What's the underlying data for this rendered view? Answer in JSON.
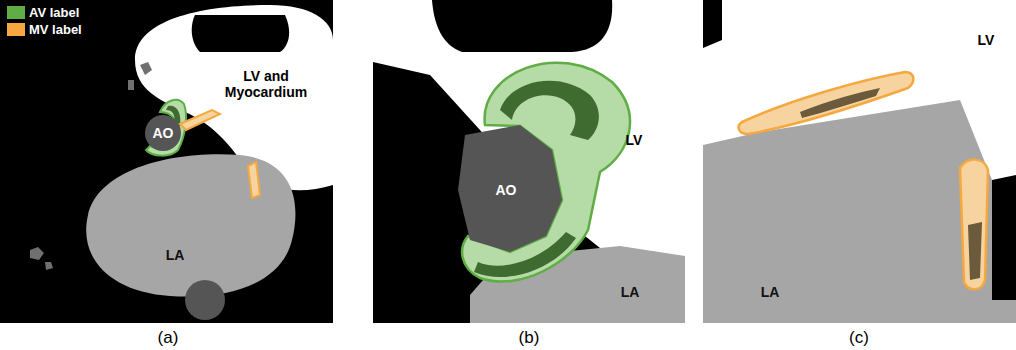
{
  "diagram": {
    "labels": [
      "AO",
      "LV and Myocardium",
      "LA",
      "AO",
      "LV",
      "LA",
      "LV",
      "LA",
      "(a)",
      "(b)",
      "(c)"
    ],
    "legend": [
      {
        "text": "AV label",
        "color": "#5fae45"
      },
      {
        "text": "MV label",
        "color": "#f5a840"
      }
    ]
  }
}
